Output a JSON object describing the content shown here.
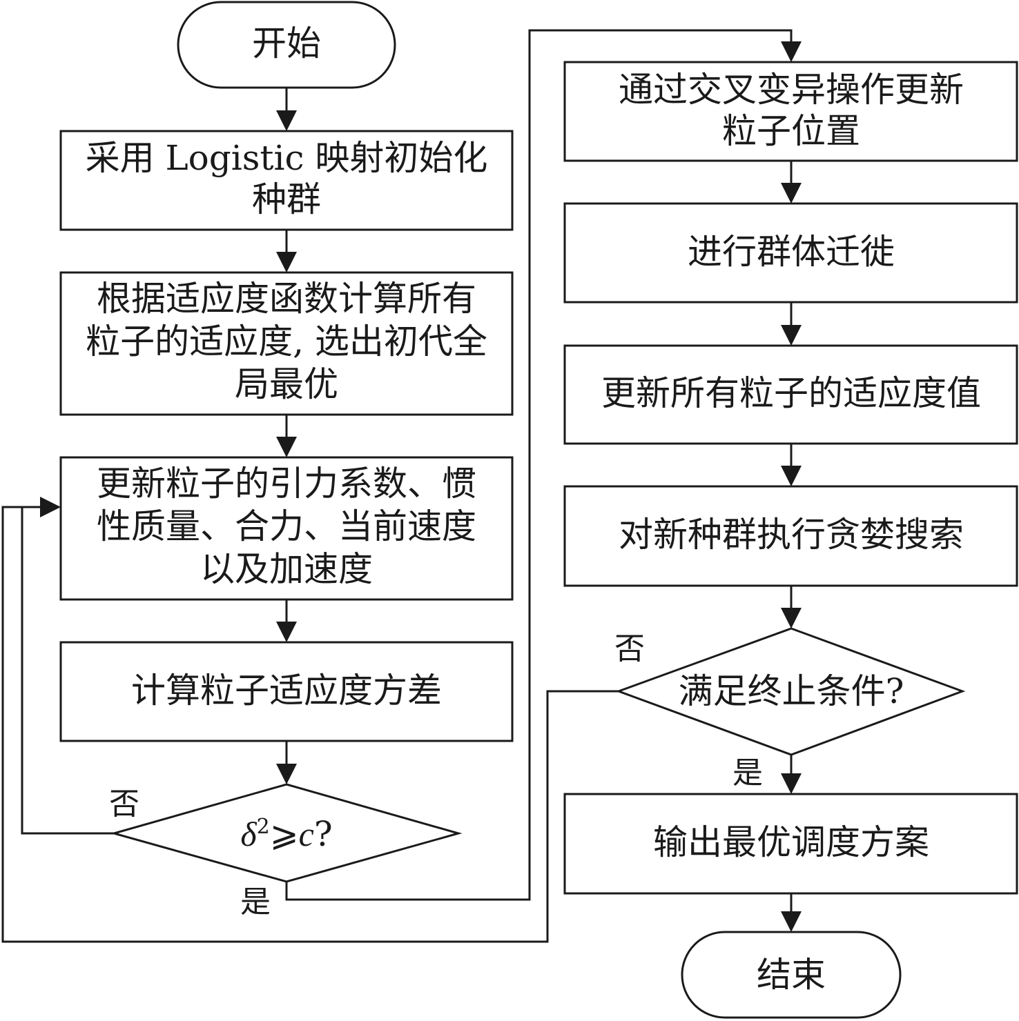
{
  "nodes": {
    "start": "开始",
    "init_line1": "采用 Logistic 映射初始化",
    "init_line2": "种群",
    "fitness_line1": "根据适应度函数计算所有",
    "fitness_line2": "粒子的适应度, 选出初代全",
    "fitness_line3": "局最优",
    "update_line1": "更新粒子的引力系数、惯",
    "update_line2": "性质量、合力、当前速度",
    "update_line3": "以及加速度",
    "variance": "计算粒子适应度方差",
    "cond1_delta": "δ",
    "cond1_sup": "2",
    "cond1_rest": "⩾",
    "cond1_c": "c",
    "cond1_q": "?",
    "crossover_line1": "通过交叉变异操作更新",
    "crossover_line2": "粒子位置",
    "migration": "进行群体迁徙",
    "update_fitness": "更新所有粒子的适应度值",
    "greedy": "对新种群执行贪婪搜索",
    "cond2": "满足终止条件?",
    "output": "输出最优调度方案",
    "end": "结束"
  },
  "edge_labels": {
    "cond1_no": "否",
    "cond1_yes": "是",
    "cond2_no": "否",
    "cond2_yes": "是"
  }
}
